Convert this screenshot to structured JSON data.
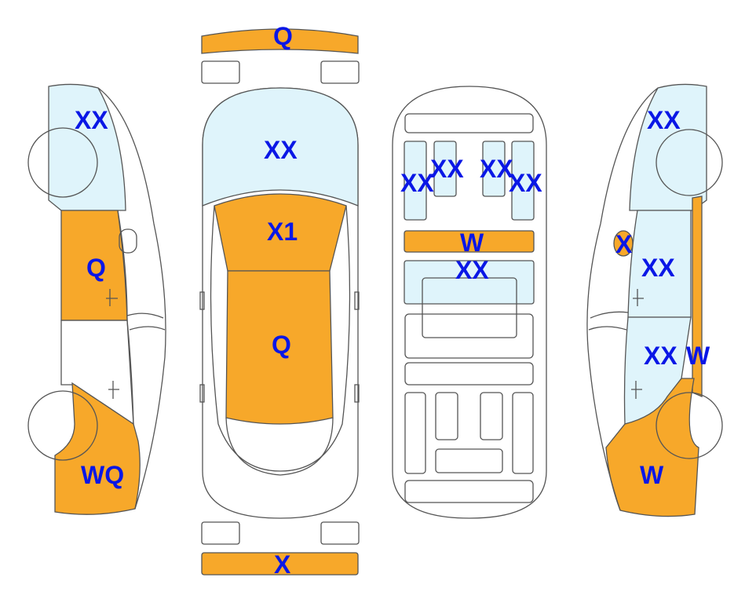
{
  "colors": {
    "damage": "#f7a82a",
    "glass": "#dff4fb",
    "outline": "#555555",
    "label": "#0a17e6",
    "background": "#ffffff"
  },
  "labels": {
    "front_bumper": "Q",
    "rear_bumper": "X",
    "top_windshield": "XX",
    "top_hood": "X1",
    "top_roof": "Q",
    "interior_seat_1": "XX",
    "interior_seat_2": "XX",
    "interior_seat_3": "XX",
    "interior_seat_4": "XX",
    "interior_bar": "W",
    "interior_panel": "XX",
    "left_window": "XX",
    "left_door": "Q",
    "left_fender": "WQ",
    "right_window": "XX",
    "right_mirror": "X",
    "right_front_door": "XX",
    "right_rear_door": "XX",
    "right_pillar": "W",
    "right_fender": "W"
  }
}
